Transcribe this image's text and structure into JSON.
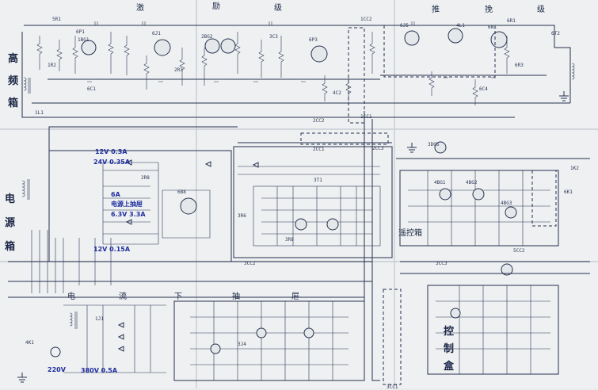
{
  "sections": {
    "hf_box": [
      "高",
      "频",
      "箱"
    ],
    "top_band": [
      "激",
      "励",
      "级",
      "推",
      "挽",
      "级"
    ],
    "power_box": [
      "电",
      "源",
      "箱"
    ],
    "remote_box": "遥控箱",
    "control_box": [
      "控",
      "制",
      "盒"
    ],
    "bottom_drawer": [
      "电",
      "流",
      "下",
      "抽",
      "屉"
    ]
  },
  "handwritten": {
    "v12": "12V 0.3A",
    "v24": "24V 0.35A",
    "v6a": "6A",
    "upper_drawer": "电源上抽屉",
    "v6": "6.3V 3.3A",
    "v12b": "12V 0.15A",
    "mains": "220V",
    "hv": "380V 0.5A"
  },
  "small_labels": [
    "1CC2",
    "1CC1",
    "2CC2",
    "2CC1",
    "3CC2",
    "2CC3",
    "3CC1",
    "5CC2",
    "3CC3",
    "5R1",
    "6R1",
    "4BG1",
    "4BG2",
    "4BG3",
    "3DG6",
    "1BG1",
    "2BG2",
    "2R3",
    "1R2",
    "6R3",
    "3C3",
    "4C2",
    "6C4",
    "6C1",
    "3T1",
    "6T2",
    "1L1",
    "4L1",
    "3R6",
    "3R8",
    "2R8",
    "6K1",
    "1K2",
    "4K1",
    "1J1",
    "3J4"
  ],
  "tubes": [
    "6P1",
    "6J1",
    "6P3",
    "6J5",
    "6N1",
    "6B8"
  ],
  "icons": [
    "fold-crease",
    "vacuum-tube",
    "transformer-coil",
    "ground-symbol",
    "diode",
    "connector-strip"
  ]
}
